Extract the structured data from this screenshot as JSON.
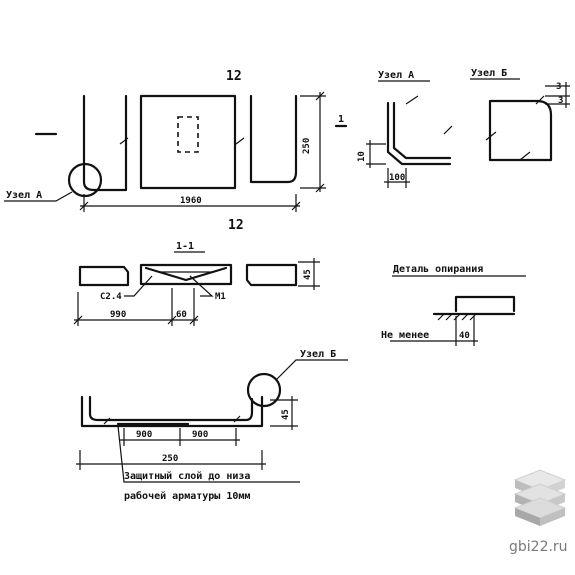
{
  "labels": {
    "top_mark": "12",
    "bottom_mark": "12",
    "node_a": "Узел А",
    "node_a_short": "Узел А",
    "node_b_title": "Узел Б",
    "node_b_callout": "Узел Б",
    "section": "1-1",
    "section_mark": "1",
    "detail_title": "Деталь опирания",
    "not_less": "Не менее",
    "protective_layer_1": "Защитный слой до низа",
    "protective_layer_2": "рабочей арматуры 10мм",
    "m1": "М1",
    "c2_4": "С2.4"
  },
  "dims": {
    "length_1960": "1960",
    "height_250": "250",
    "n10": "10",
    "n100": "100",
    "n3a": "3",
    "n3b": "3",
    "h45a": "45",
    "d990": "990",
    "d60": "60",
    "d40": "40",
    "h45b": "45",
    "d900a": "900",
    "d900b": "900",
    "d250": "250"
  },
  "watermark": {
    "site": "gbi22.ru",
    "logo_icon": "stacked-slabs-icon"
  }
}
